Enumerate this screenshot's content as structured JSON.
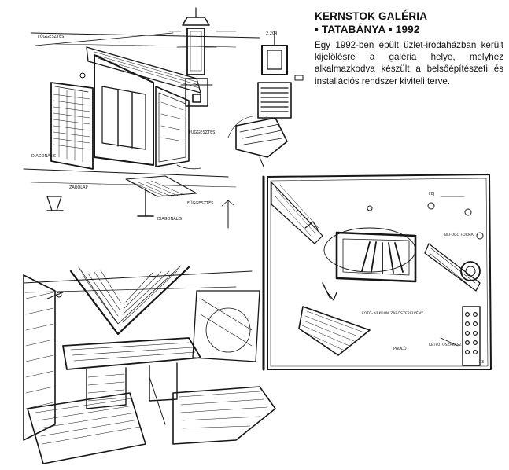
{
  "caption": {
    "title_line1": "KERNSTOK GALÉRIA",
    "title_line2": "• TATABÁNYA • 1992",
    "body": "Egy 1992-ben épült üzlet-irodaházban került kijelölésre a galéria helye, melyhez alkalmazkodva készült a belsőépítészeti és installációs rendszer kiviteli terve."
  },
  "sketch_labels": {
    "a": "FÜGGESZTÉS",
    "b": "2.204",
    "c": "FÜGGESZTÉS",
    "d": "ZÁRÓLÁP",
    "e": "DIAGONÁLIS",
    "f": "DIAGONÁLIS",
    "g": "FÜGGESZTÉS",
    "h": "BEFOGÓ FORMA",
    "i": "FOTÓ-\nVÁKUUM\nZÁRÓSZERELVÉNY",
    "j": "PADLÓ",
    "k": "FEJ",
    "l": "KÉTFUTÓSZAKASZ",
    "m": "3"
  }
}
